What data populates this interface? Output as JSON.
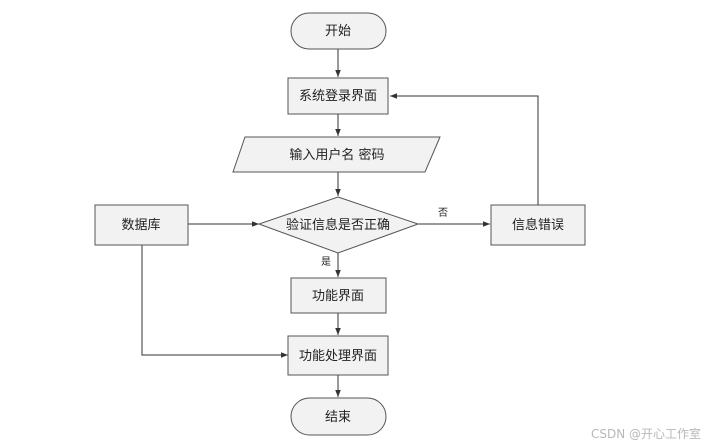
{
  "diagram": {
    "nodes": {
      "start": "开始",
      "login": "系统登录界面",
      "input": "输入用户名 密码",
      "verify": "验证信息是否正确",
      "db": "数据库",
      "error": "信息错误",
      "func": "功能界面",
      "proc": "功能处理界面",
      "end": "结束"
    },
    "edges": {
      "no": "否",
      "yes": "是"
    }
  },
  "watermark": "CSDN @开心工作室"
}
